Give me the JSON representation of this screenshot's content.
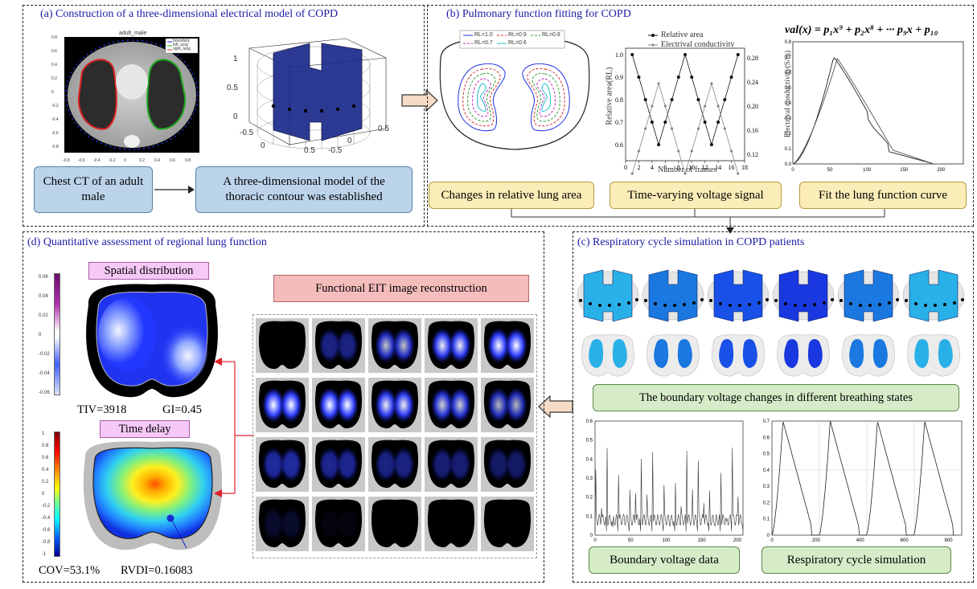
{
  "panel_a": {
    "title": "(a) Construction of a three-dimensional electrical model of COPD",
    "ct": {
      "plot_title": "adult_male",
      "legend": [
        "boundary",
        "left_lung",
        "right_lung"
      ],
      "ticks_x": [
        "-0.8",
        "-0.6",
        "-0.4",
        "-0.2",
        "0",
        "0.2",
        "0.4",
        "0.6",
        "0.8"
      ],
      "ticks_y": [
        "0.8",
        "0.6",
        "0.4",
        "0.2",
        "0",
        "-0.2",
        "-0.4",
        "-0.6",
        "-0.8"
      ]
    },
    "model_ticks": {
      "z": [
        "1",
        "0.5",
        "0"
      ],
      "x": [
        "-0.5",
        "0",
        "0.5"
      ],
      "y": [
        "0.5",
        "0",
        "-0.5"
      ]
    },
    "box1": "Chest CT of an adult male",
    "box2": "A three-dimensional model of the thoracic contour was established"
  },
  "panel_b": {
    "title": "(b) Pulmonary function fitting for COPD",
    "contour_legend": [
      "RL=1.0",
      "RL=0.9",
      "RL=0.8",
      "RL=0.7",
      "RL=0.6"
    ],
    "ts_legend": [
      "Relative area",
      "Electrival conductivity"
    ],
    "ts_xlabel": "Number of frames",
    "ts_ylabel_left": "Relative area(RL)",
    "ts_ylabel_right": "Electrival conductivity(S/m)",
    "ts_xticks": [
      "0",
      "2",
      "4",
      "6",
      "8",
      "10",
      "12",
      "14",
      "16",
      "18"
    ],
    "ts_yticks_left": [
      "1.0",
      "0.9",
      "0.8",
      "0.7",
      "0.6"
    ],
    "ts_yticks_right": [
      "0.28",
      "0.24",
      "0.20",
      "0.16",
      "0.12"
    ],
    "formula": "val(x) = p₁x⁹ + p₂x⁸ + ··· p₉x + p₁₀",
    "fit_xticks": [
      "0",
      "50",
      "100",
      "150",
      "200"
    ],
    "fit_yticks": [
      "0.8",
      "0.7",
      "0.6",
      "0.5",
      "0.4",
      "0.3",
      "0.2",
      "0.1",
      "0.0"
    ],
    "box1": "Changes in relative lung area",
    "box2": "Time-varying voltage signal",
    "box3": "Fit the lung function curve"
  },
  "panel_c": {
    "title": "(c) Respiratory cycle simulation in COPD patients",
    "box_voltage": "The boundary voltage changes in different breathing states",
    "box1": "Boundary voltage data",
    "box2": "Respiratory cycle simulation",
    "bv_yticks": [
      "0.6",
      "0.5",
      "0.4",
      "0.3",
      "0.2",
      "0.1",
      "0"
    ],
    "bv_xticks": [
      "0",
      "50",
      "100",
      "150",
      "200"
    ],
    "rc_yticks": [
      "0.7",
      "0.6",
      "0.5",
      "0.4",
      "0.3",
      "0.2",
      "0.1",
      "0"
    ],
    "rc_xticks": [
      "0",
      "200",
      "400",
      "600",
      "800"
    ]
  },
  "panel_d": {
    "title": "(d) Quantitative assessment of regional lung function",
    "spatial_label": "Spatial distribution",
    "spatial_ticks": [
      "0.06",
      "0.04",
      "0.02",
      "0",
      "-0.02",
      "-0.04",
      "-0.06"
    ],
    "tiv": "TIV=3918",
    "gi": "GI=0.45",
    "delay_label": "Time delay",
    "delay_ticks": [
      "1",
      "0.8",
      "0.6",
      "0.4",
      "0.2",
      "0",
      "-0.2",
      "-0.4",
      "-0.6",
      "-0.8",
      "-1"
    ],
    "cov": "COV=53.1%",
    "rvdi": "RVDI=0.16083",
    "recon_label": "Functional EIT image reconstruction"
  },
  "colors": {
    "title_blue": "#1a1aa6",
    "box_blue": "#bcd4ea",
    "box_yellow": "#fbedb8",
    "box_green": "#d6ecc8",
    "box_pink": "#f5bcbc",
    "box_magenta": "#f5c8f5",
    "arrow_red": "#e0202a",
    "lung_blue": "#1e40e8"
  }
}
